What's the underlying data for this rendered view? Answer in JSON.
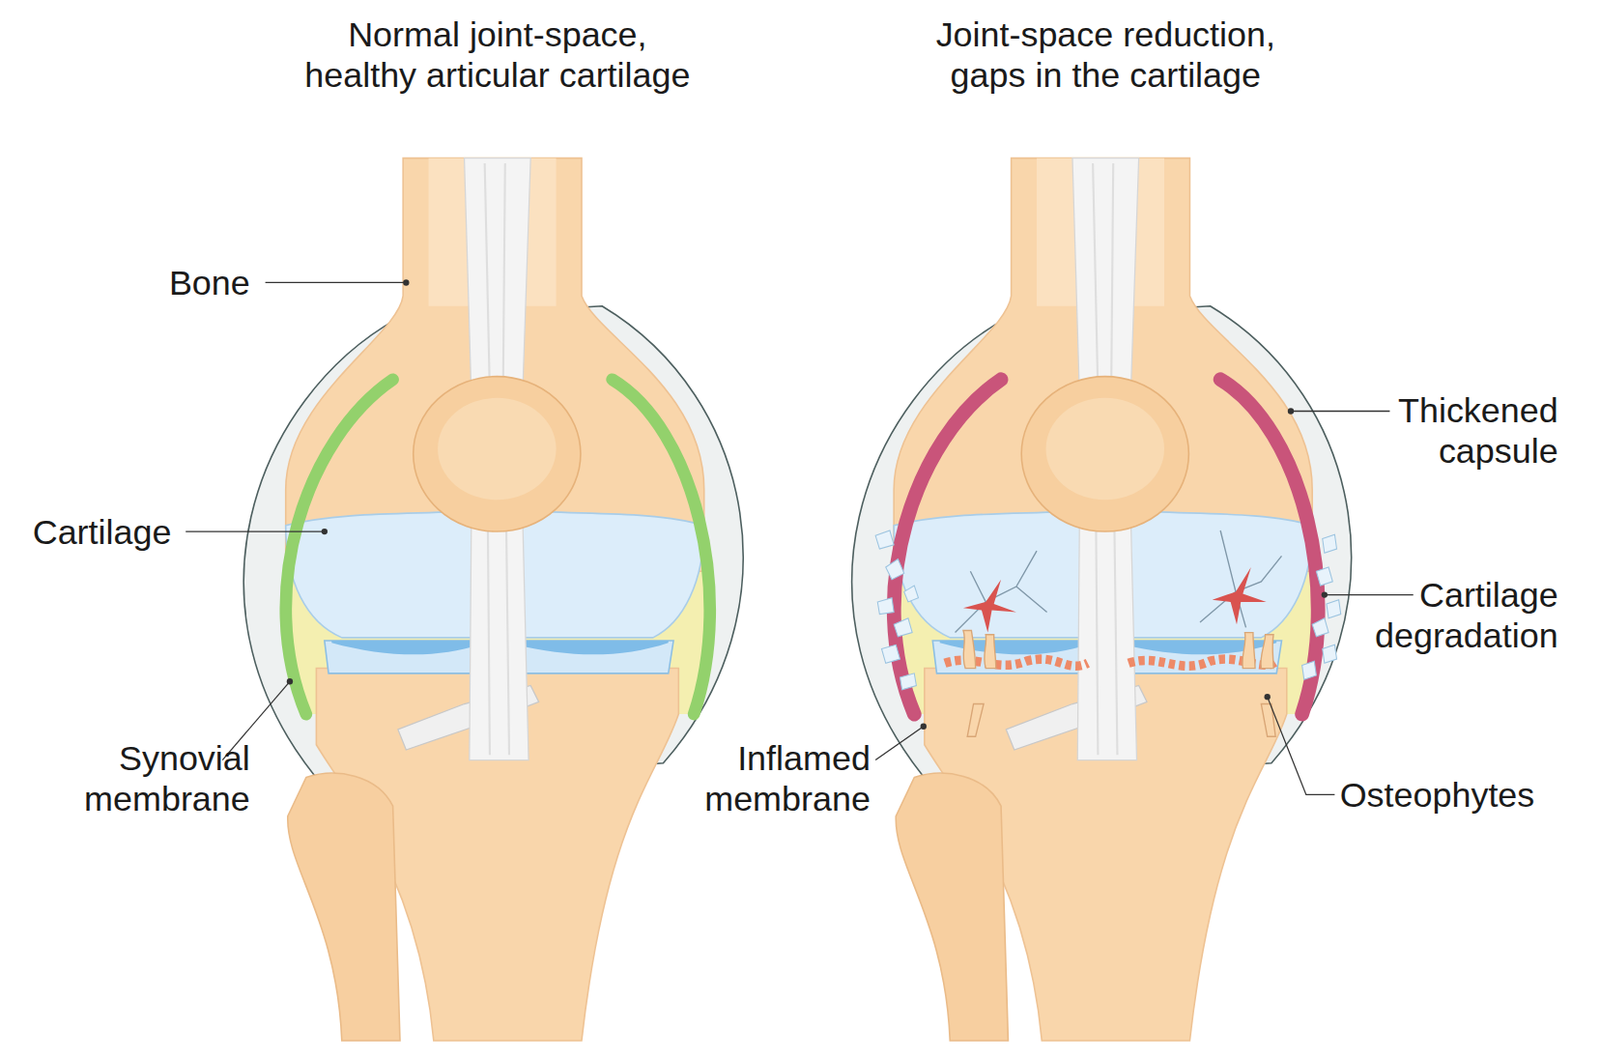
{
  "diagram": {
    "labels": [
      "Normal joint-space, healthy articular cartilage",
      "Joint-space reduction, gaps in the cartilage",
      "Bone",
      "Thickened capsule",
      "Cartilage",
      "Cartilage degradation",
      "Synovial membrane",
      "Inflamed membrane",
      "Osteophytes"
    ]
  }
}
